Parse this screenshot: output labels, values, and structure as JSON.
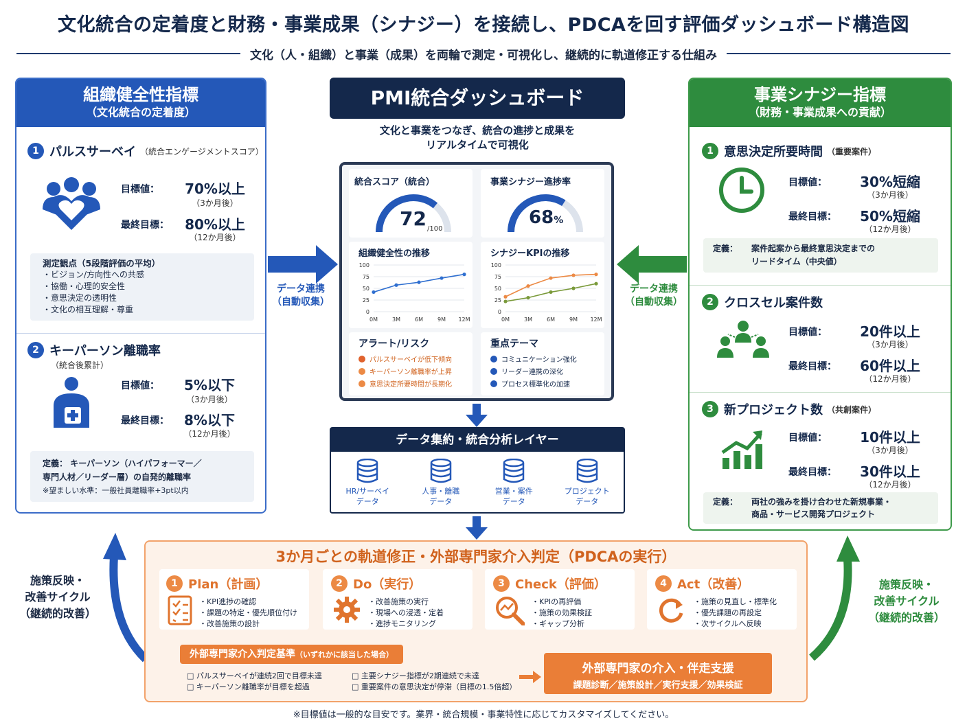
{
  "header": {
    "title": "文化統合の定着度と財務・事業成果（シナジー）を接続し、PDCAを回す評価ダッシュボード構造図",
    "subtitle": "文化（人・組織）と事業（成果）を両輪で測定・可視化し、継続的に軌道修正する仕組み"
  },
  "left_panel": {
    "title": "組織健全性指標",
    "subtitle": "（文化統合の定着度）",
    "sec1": {
      "num": "1",
      "title": "パルスサーベイ",
      "sub": "（統合エンゲージメントスコア）",
      "target_label": "目標値：",
      "target_value": "70%以上",
      "target_period": "（3か月後）",
      "final_label": "最終目標：",
      "final_value": "80%以上",
      "final_period": "（12か月後）",
      "note_title": "測定観点（5段階評価の平均）",
      "note_items": [
        "・ビジョン/方向性への共感",
        "・協働・心理的安全性",
        "・意思決定の透明性",
        "・文化の相互理解・尊重"
      ]
    },
    "sec2": {
      "num": "2",
      "title": "キーパーソン離職率",
      "sub": "（統合後累計）",
      "target_label": "目標値：",
      "target_value": "5%以下",
      "target_period": "（3か月後）",
      "final_label": "最終目標：",
      "final_value": "8%以下",
      "final_period": "（12か月後）",
      "def_label": "定義：",
      "def_text1": "キーパーソン（ハイパフォーマー／",
      "def_text2": "専門人材／リーダー層）の自発的離職率",
      "def_note": "※望ましい水準：一般社員離職率+3pt以内"
    }
  },
  "right_panel": {
    "title": "事業シナジー指標",
    "subtitle": "（財務・事業成果への貢献）",
    "sec1": {
      "num": "1",
      "title": "意思決定所要時間",
      "sub": "（重要案件）",
      "target_label": "目標値：",
      "target_value": "30%短縮",
      "target_period": "（3か月後）",
      "final_label": "最終目標：",
      "final_value": "50%短縮",
      "final_period": "（12か月後）",
      "def_label": "定義：",
      "def_text1": "案件起案から最終意思決定までの",
      "def_text2": "リードタイム（中央値）"
    },
    "sec2": {
      "num": "2",
      "title": "クロスセル案件数",
      "target_label": "目標値：",
      "target_value": "20件以上",
      "target_period": "（3か月後）",
      "final_label": "最終目標：",
      "final_value": "60件以上",
      "final_period": "（12か月後）"
    },
    "sec3": {
      "num": "3",
      "title": "新プロジェクト数",
      "sub": "（共創案件）",
      "target_label": "目標値：",
      "target_value": "10件以上",
      "target_period": "（3か月後）",
      "final_label": "最終目標：",
      "final_value": "30件以上",
      "final_period": "（12か月後）",
      "def_label": "定義：",
      "def_text1": "両社の強みを掛け合わせた新規事業・",
      "def_text2": "商品・サービス開発プロジェクト"
    }
  },
  "center": {
    "dashboard_title": "PMI統合ダッシュボード",
    "desc1": "文化と事業をつなぎ、統合の進捗と成果を",
    "desc2": "リアルタイムで可視化",
    "gauge1": {
      "title": "統合スコア（統合）",
      "value": 72,
      "value_text": "72",
      "unit": "/100",
      "max": 100
    },
    "gauge2": {
      "title": "事業シナジー進捗率",
      "value": 68,
      "value_text": "68",
      "unit": "%",
      "max": 100
    },
    "alert_title": "アラート/リスク",
    "alerts": [
      "パルスサーベイが低下傾向",
      "キーパーソン離職率が上昇",
      "意思決定所要時間が長期化"
    ],
    "themes_title": "重点テーマ",
    "themes": [
      "コミュニケーション強化",
      "リーダー連携の深化",
      "プロセス標準化の加速"
    ],
    "layer_title": "データ集約・統合分析レイヤー",
    "sources": [
      {
        "l1": "HR/サーベイ",
        "l2": "データ"
      },
      {
        "l1": "人事・離職",
        "l2": "データ"
      },
      {
        "l1": "営業・案件",
        "l2": "データ"
      },
      {
        "l1": "プロジェクト",
        "l2": "データ"
      }
    ],
    "link_left1": "データ連携",
    "link_left2": "（自動収集）",
    "link_right1": "データ連携",
    "link_right2": "（自動収集）"
  },
  "chart_data": [
    {
      "type": "line",
      "title": "組織健全性の推移",
      "x": [
        "0M",
        "3M",
        "6M",
        "9M",
        "12M"
      ],
      "ylim": [
        0,
        100
      ],
      "yticks": [
        0,
        25,
        50,
        75,
        100
      ],
      "series": [
        {
          "values": [
            42,
            57,
            63,
            72,
            80
          ],
          "color": "#2f6fd0"
        }
      ]
    },
    {
      "type": "line",
      "title": "シナジーKPIの推移",
      "x": [
        "0M",
        "3M",
        "6M",
        "9M",
        "12M"
      ],
      "ylim": [
        0,
        100
      ],
      "yticks": [
        0,
        25,
        50,
        75,
        100
      ],
      "series": [
        {
          "values": [
            32,
            55,
            72,
            78,
            80
          ],
          "color": "#ec8a45"
        },
        {
          "values": [
            22,
            30,
            42,
            50,
            60
          ],
          "color": "#7a9a3a"
        }
      ]
    }
  ],
  "pdca": {
    "title": "3か月ごとの軌道修正・外部専門家介入判定（PDCAの実行）",
    "phases": [
      {
        "num": "1",
        "name": "Plan（計画）",
        "items": [
          "・KPI進捗の確認",
          "・課題の特定・優先順位付け",
          "・改善施策の設計"
        ]
      },
      {
        "num": "2",
        "name": "Do（実行）",
        "items": [
          "・改善施策の実行",
          "・現場への浸透・定着",
          "・進捗モニタリング"
        ]
      },
      {
        "num": "3",
        "name": "Check（評価）",
        "items": [
          "・KPIの再評価",
          "・施策の効果検証",
          "・ギャップ分析"
        ]
      },
      {
        "num": "4",
        "name": "Act（改善）",
        "items": [
          "・施策の見直し・標準化",
          "・優先課題の再設定",
          "・次サイクルへ反映"
        ]
      }
    ],
    "criteria_title": "外部専門家介入判定基準",
    "criteria_sub": "（いずれかに該当した場合）",
    "criteria": [
      "□ パルスサーベイが連続2回で目標未達",
      "□ キーパーソン離職率が目標を超過",
      "□ 主要シナジー指標が2期連続で未達",
      "□ 重要案件の意思決定が停滞（目標の1.5倍超）"
    ],
    "expert_title": "外部専門家の介入・伴走支援",
    "expert_sub": "課題診断／施策設計／実行支援／効果検証"
  },
  "cycle_left": [
    "施策反映・",
    "改善サイクル",
    "（継続的改善）"
  ],
  "cycle_right": [
    "施策反映・",
    "改善サイクル",
    "（継続的改善）"
  ],
  "footer": "※目標値は一般的な目安です。業界・統合規模・事業特性に応じてカスタマイズしてください。",
  "colors": {
    "navy": "#14284b",
    "blue": "#2458b8",
    "green": "#2e8c3e",
    "orange": "#ec8a45"
  }
}
